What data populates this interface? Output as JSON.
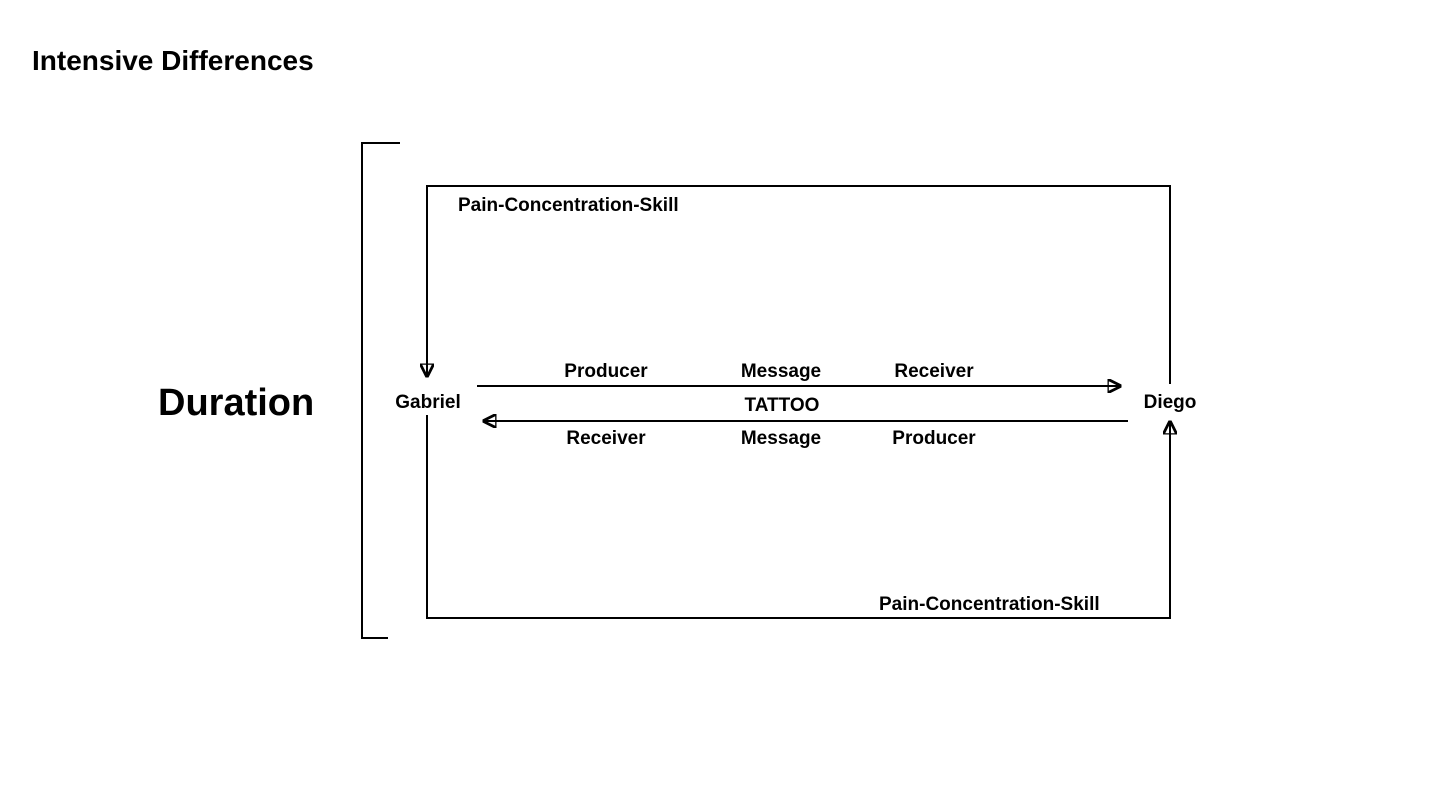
{
  "title": "Intensive Differences",
  "colors": {
    "background": "#ffffff",
    "ink": "#000000"
  },
  "diagram": {
    "duration_label": "Duration",
    "participants": {
      "left": "Gabriel",
      "right": "Diego"
    },
    "cycle": {
      "top_label": "Pain-Concentration-Skill",
      "bottom_label": "Pain-Concentration-Skill"
    },
    "exchange": {
      "forward": {
        "left": "Producer",
        "center": "Message",
        "right": "Receiver"
      },
      "medium": "TATTOO",
      "reverse": {
        "left": "Receiver",
        "center": "Message",
        "right": "Producer"
      }
    }
  }
}
